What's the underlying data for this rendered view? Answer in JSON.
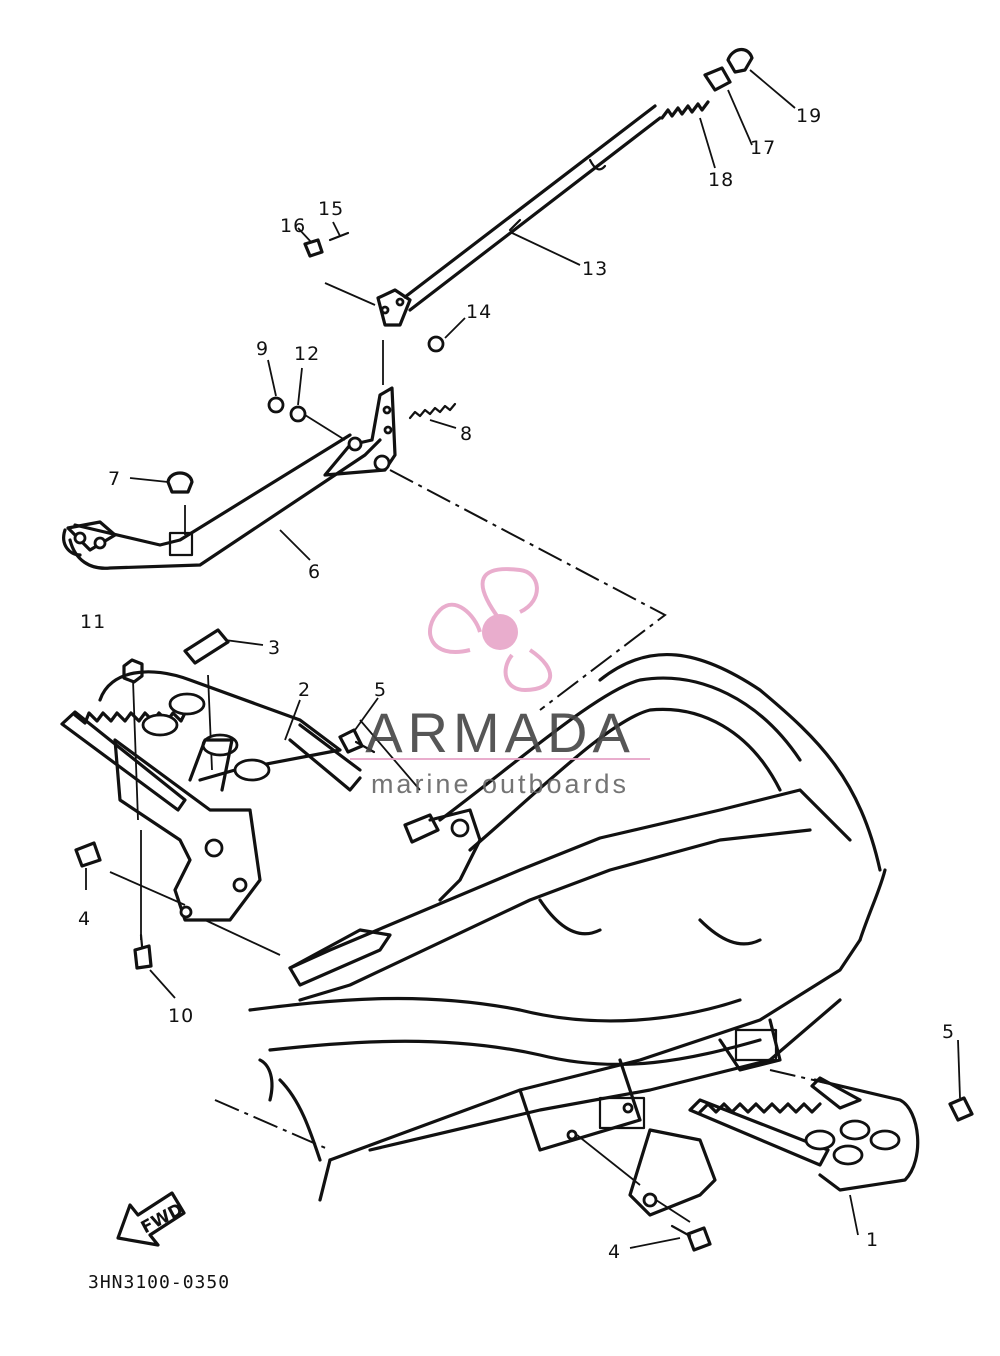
{
  "diagram_code": "3HN3100-0350",
  "fwd_label": "FWD",
  "watermark": {
    "title": "ARMADA",
    "subtitle": "marine outboards",
    "accent_color": "#e7a5c8",
    "icon": "propeller-icon"
  },
  "callouts": [
    {
      "id": "1",
      "label": "1"
    },
    {
      "id": "2",
      "label": "2"
    },
    {
      "id": "3",
      "label": "3"
    },
    {
      "id": "4a",
      "label": "4"
    },
    {
      "id": "4b",
      "label": "4"
    },
    {
      "id": "5a",
      "label": "5"
    },
    {
      "id": "5b",
      "label": "5"
    },
    {
      "id": "6",
      "label": "6"
    },
    {
      "id": "7",
      "label": "7"
    },
    {
      "id": "8",
      "label": "8"
    },
    {
      "id": "9",
      "label": "9"
    },
    {
      "id": "10",
      "label": "10"
    },
    {
      "id": "11",
      "label": "11"
    },
    {
      "id": "12",
      "label": "12"
    },
    {
      "id": "13",
      "label": "13"
    },
    {
      "id": "14",
      "label": "14"
    },
    {
      "id": "15",
      "label": "15"
    },
    {
      "id": "16",
      "label": "16"
    },
    {
      "id": "17",
      "label": "17"
    },
    {
      "id": "18",
      "label": "18"
    },
    {
      "id": "19",
      "label": "19"
    }
  ]
}
